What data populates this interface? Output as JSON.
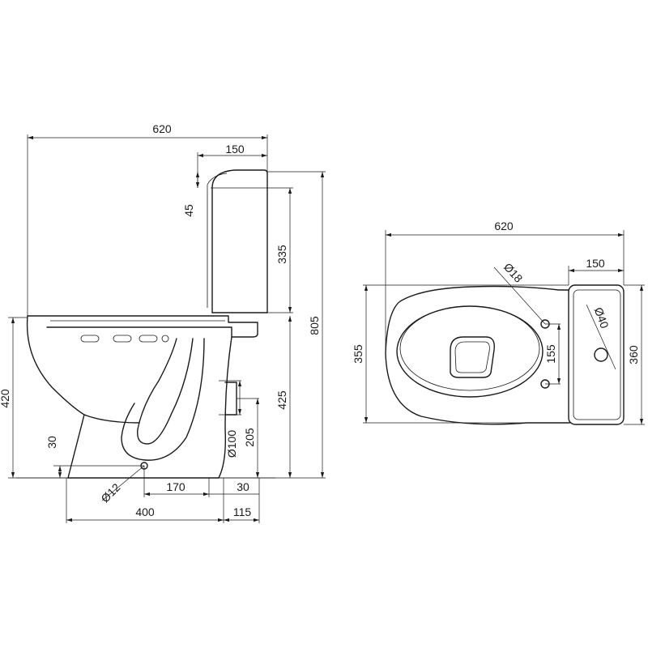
{
  "side_view": {
    "overall_length": "620",
    "tank_depth": "150",
    "lid_height": "45",
    "tank_height": "335",
    "total_height": "805",
    "bowl_height": "420",
    "seat_height": "425",
    "outlet_height": "205",
    "outlet_diameter": "Ø100",
    "fixing_height": "30",
    "fixing_diameter": "Ø12",
    "fixing_to_outlet": "170",
    "outlet_offset": "30",
    "base_length": "400",
    "outlet_projection": "115"
  },
  "top_view": {
    "overall_length": "620",
    "tank_depth": "150",
    "hole_diameter": "Ø18",
    "hole_spacing": "155",
    "bowl_width": "355",
    "tank_width": "360",
    "button_diameter": "Ø40"
  }
}
